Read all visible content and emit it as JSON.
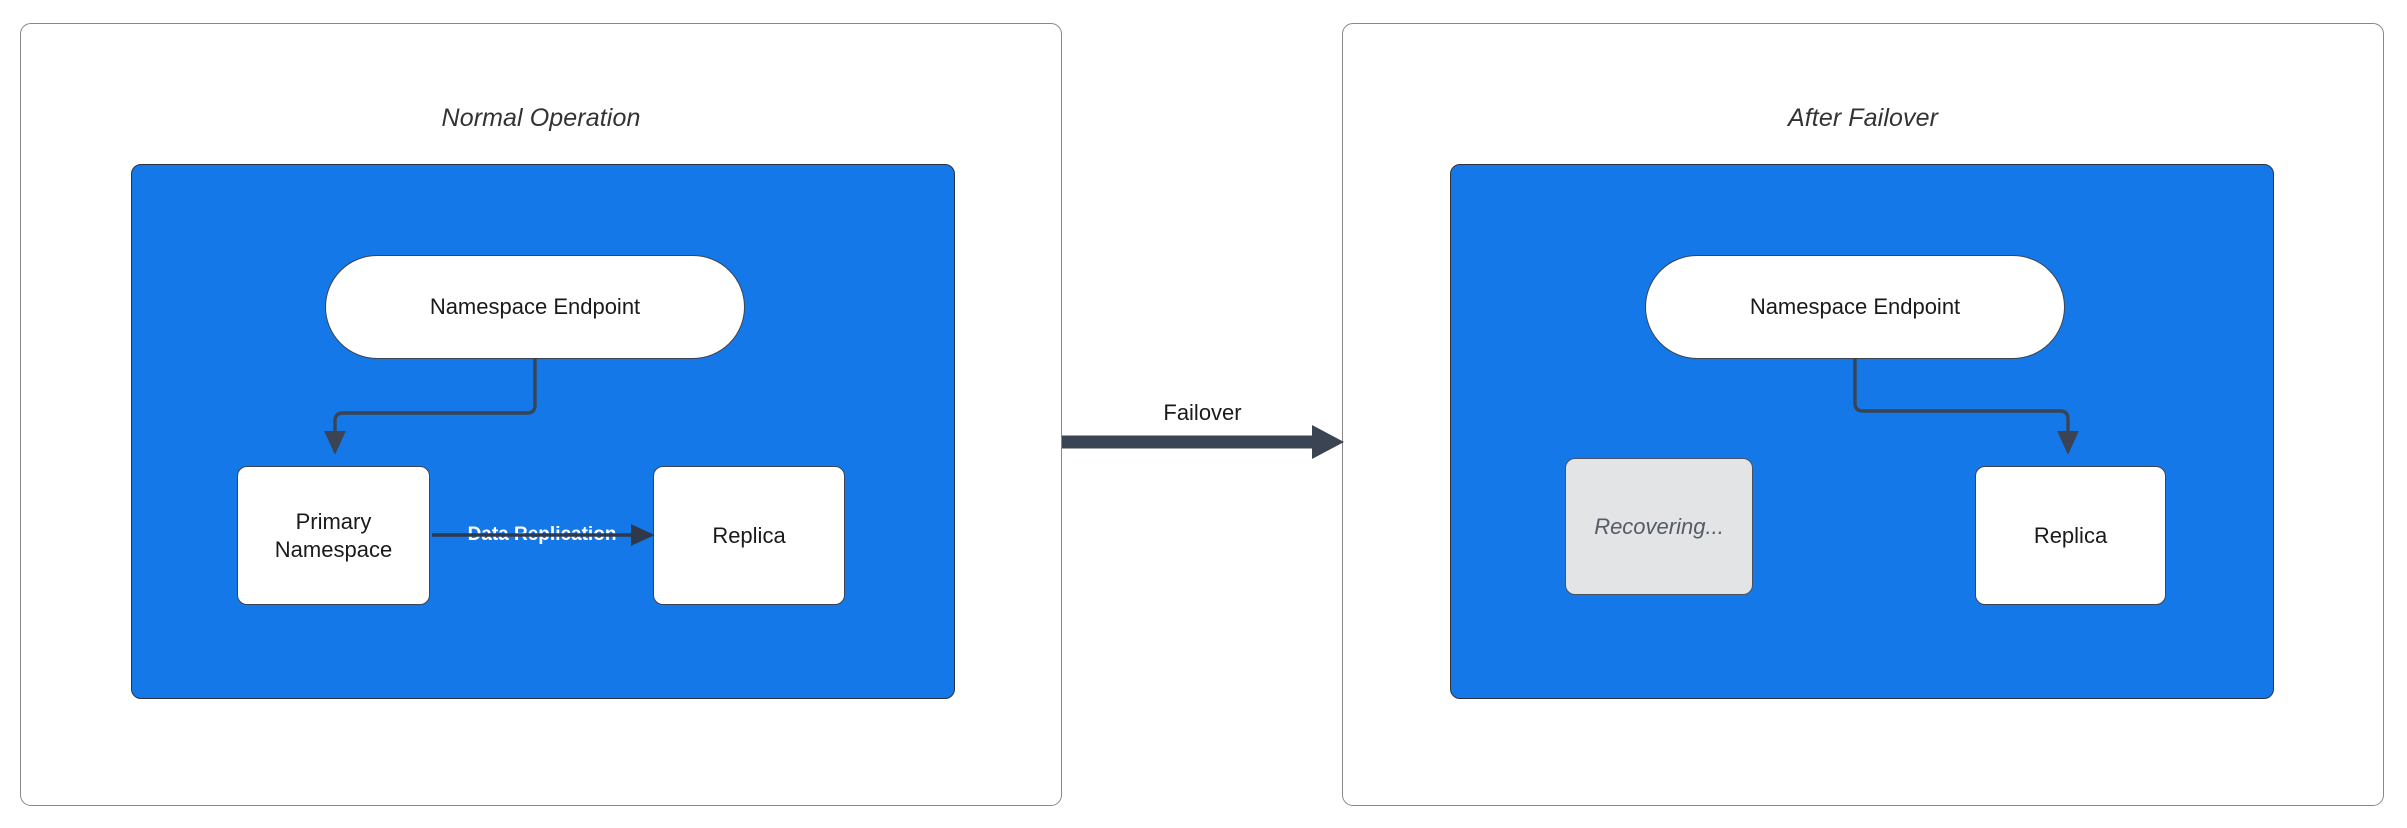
{
  "diagram": {
    "title_left": "Normal Operation",
    "title_right": "After Failover",
    "transition_label": "Failover",
    "colors": {
      "zone_blue": "#1478e8",
      "node_white": "#ffffff",
      "node_disabled": "#e2e4e6",
      "stroke_dark": "#3b4452",
      "panel_border": "#888888",
      "label_on_blue": "#ffffff",
      "text_dark": "#1a1a1a",
      "text_muted": "#555c66"
    }
  },
  "panels": [
    {
      "id": "normal-operation",
      "title": "Normal Operation",
      "nodes": [
        {
          "id": "endpoint",
          "label": "Namespace Endpoint",
          "shape": "pill",
          "state": "active"
        },
        {
          "id": "primary",
          "label": "Primary\nNamespace",
          "line1": "Primary",
          "line2": "Namespace",
          "shape": "rect",
          "state": "active"
        },
        {
          "id": "replica",
          "label": "Replica",
          "shape": "rect",
          "state": "active"
        }
      ],
      "edges": [
        {
          "from": "endpoint",
          "to": "primary",
          "label": ""
        },
        {
          "from": "primary",
          "to": "replica",
          "label": "Data Replication"
        }
      ]
    },
    {
      "id": "after-failover",
      "title": "After Failover",
      "nodes": [
        {
          "id": "endpoint",
          "label": "Namespace Endpoint",
          "shape": "pill",
          "state": "active"
        },
        {
          "id": "recovering",
          "label": "Recovering...",
          "shape": "rect",
          "state": "disabled"
        },
        {
          "id": "replica",
          "label": "Replica",
          "shape": "rect",
          "state": "active"
        }
      ],
      "edges": [
        {
          "from": "endpoint",
          "to": "replica",
          "label": ""
        }
      ]
    }
  ]
}
